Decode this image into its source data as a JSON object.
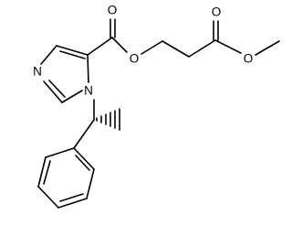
{
  "atoms": {
    "n_imine": "N",
    "n_ring": "N",
    "o_carbonyl_1": "O",
    "o_ester_1": "O",
    "o_carbonyl_2": "O",
    "o_ester_2": "O"
  }
}
